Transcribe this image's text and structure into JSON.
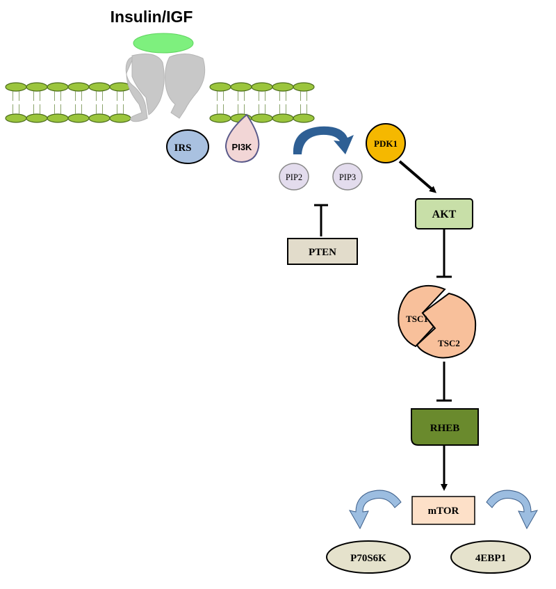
{
  "ligand": {
    "label": "Insulin/IGF"
  },
  "membrane_proteins": {
    "irs": "IRS",
    "pi3k": "PI3K"
  },
  "phospholipids": {
    "pip2": "PIP2",
    "pip3": "PIP3"
  },
  "nodes": {
    "pten": "PTEN",
    "pdk1": "PDK1",
    "akt": "AKT",
    "tsc1": "TSC1",
    "tsc2": "TSC2",
    "rheb": "RHEB",
    "mtor": "mTOR",
    "p70s6k": "P70S6K",
    "4ebp1": "4EBP1"
  },
  "colors": {
    "membrane_green": "#9bc53d",
    "membrane_dark": "#4a6b1a",
    "ligand_green": "#7ef07e",
    "receptor_gray": "#c8c8c8",
    "irs_fill": "#a9c1e0",
    "pi3k_fill": "#f2d6d6",
    "pip_fill": "#e3dced",
    "pten_fill": "#e2dccb",
    "pdk1_fill": "#f5b800",
    "akt_fill": "#c8dfa8",
    "tsc_fill": "#f8c09b",
    "rheb_fill": "#6a8a2d",
    "mtor_fill": "#fde0c8",
    "effector_fill": "#e5e2cc",
    "curved_arrow": "#2e5f94",
    "mtor_arrow": "#9cbde0"
  }
}
